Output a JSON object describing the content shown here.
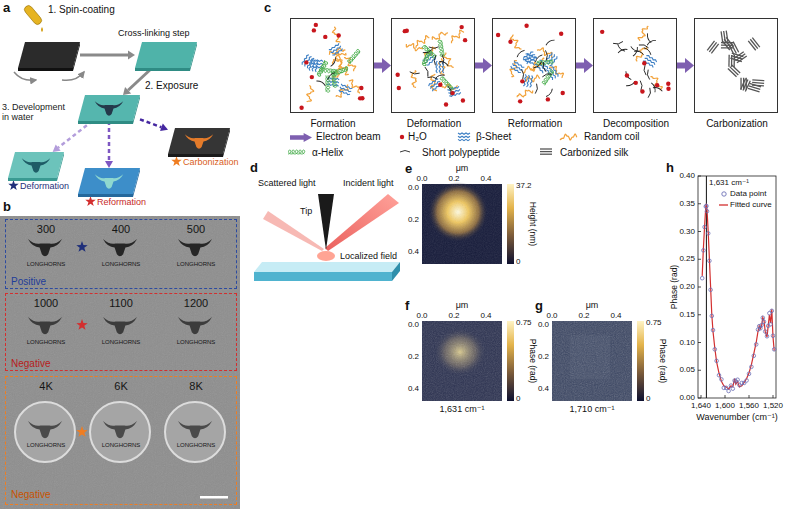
{
  "diagram": {
    "nodes": [
      {
        "text": [
          "1. Spin-coating"
        ]
      },
      {
        "text": [
          "Cross-linking step"
        ]
      },
      {
        "text": [
          "2. Exposure"
        ]
      },
      {
        "text": [
          "Deformation"
        ]
      },
      {
        "text": [
          "Reformation"
        ]
      },
      {
        "text": [
          "Carbonization"
        ]
      },
      {
        "text": [
          "300",
          "LONGHORNS",
          "400",
          "LONGHORNS",
          "500",
          "LONGHORNS",
          "Positive"
        ]
      },
      {
        "text": [
          "1000",
          "LONGHORNS",
          "1100",
          "LONGHORNS",
          "1200",
          "LONGHORNS",
          "Negative"
        ]
      },
      {
        "text": [
          "4K",
          "LONGHORNS",
          "6K",
          "LONGHORNS",
          "8K",
          "LONGHORNS",
          "Negative"
        ]
      },
      {
        "text": [
          "Formation"
        ]
      },
      {
        "text": [
          "Deformation"
        ]
      },
      {
        "text": [
          "Reformation"
        ]
      },
      {
        "text": [
          "Decomposition"
        ]
      },
      {
        "text": [
          "Carbonization"
        ]
      }
    ],
    "edges": [
      {
        "from": 0,
        "to": 1,
        "arrow": "to"
      },
      {
        "from": 1,
        "to": 2,
        "arrow": "to"
      },
      {
        "from": 2,
        "to": 3,
        "label": "3. Development in water",
        "arrow": "to"
      },
      {
        "from": 2,
        "to": 4,
        "arrow": "to"
      },
      {
        "from": 2,
        "to": 5,
        "arrow": "to"
      },
      {
        "from": 9,
        "to": 10,
        "arrow": "to"
      },
      {
        "from": 10,
        "to": 11,
        "arrow": "to"
      },
      {
        "from": 11,
        "to": 12,
        "arrow": "to"
      },
      {
        "from": 12,
        "to": 13,
        "arrow": "to"
      }
    ],
    "labels": [
      "a",
      "b",
      "c",
      "d",
      "Scattered light",
      "Incident light",
      "Tip",
      "Localized field",
      "e",
      "μm",
      "0.0",
      "0.2",
      "0.4",
      "0.0",
      "0.2",
      "0.4",
      "37.2",
      "0",
      "Height (nm)",
      "f",
      "μm",
      "0.0",
      "0.2",
      "0.4",
      "0.0",
      "0.2",
      "0.4",
      "0.75",
      "0",
      "Phase (rad)",
      "1,631 cm⁻¹",
      "g",
      "μm",
      "0.0",
      "0.2",
      "0.4",
      "0.0",
      "0.2",
      "0.4",
      "0.75",
      "0",
      "Phase (rad)",
      "1,710 cm⁻¹",
      "h",
      "0.40",
      "0.35",
      "0.30",
      "0.25",
      "0.20",
      "0.15",
      "0.10",
      "0.05",
      "0.00",
      "Phase (rad)",
      "1,640",
      "1,600",
      "1,560",
      "1,520",
      "Wavenumber (cm⁻¹)",
      "1,631 cm⁻¹",
      "Data point",
      "Fitted curve"
    ],
    "legend": [
      {
        "text": "Electron beam",
        "color": "#7e5fb0"
      },
      {
        "text": "H₂O"
      },
      {
        "text": "β-Sheet"
      },
      {
        "text": "Random coil"
      },
      {
        "text": "α-Helix"
      },
      {
        "text": "Short polypeptide"
      },
      {
        "text": "Carbonized silk"
      }
    ]
  }
}
